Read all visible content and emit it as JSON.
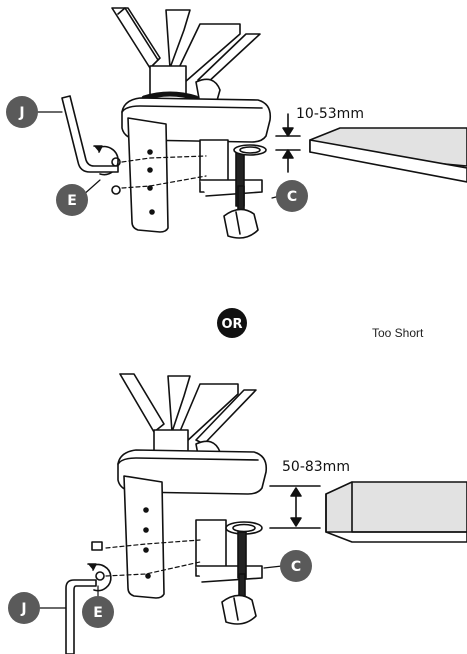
{
  "top_step": {
    "dimension": "10-53mm",
    "labels": {
      "hex_key": "J",
      "washer_screw": "E",
      "clamp": "C"
    }
  },
  "divider": {
    "or": "OR",
    "note": "Too Short"
  },
  "bottom_step": {
    "dimension": "50-83mm",
    "labels": {
      "hex_key": "J",
      "washer_screw": "E",
      "clamp": "C"
    }
  },
  "colors": {
    "badge": "#5a5a5a",
    "or_badge": "#111111",
    "desk": "#e2e2e2",
    "line": "#111111"
  }
}
